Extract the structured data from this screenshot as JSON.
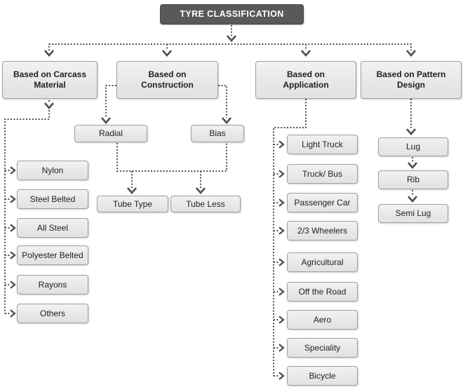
{
  "title": "TYRE CLASSIFICATION",
  "groups": [
    {
      "label": "Based on Carcass Material",
      "children": [
        "Nylon",
        "Steel Belted",
        "All Steel",
        "Polyester Belted",
        "Rayons",
        "Others"
      ]
    },
    {
      "label": "Based on Construction",
      "children": [
        "Radial",
        "Bias"
      ],
      "grandchildren": [
        "Tube Type",
        "Tube Less"
      ]
    },
    {
      "label": "Based on Application",
      "children": [
        "Light Truck",
        "Truck/ Bus",
        "Passenger Car",
        "2/3 Wheelers",
        "Agricultural",
        "Off the Road",
        "Aero",
        "Speciality",
        "Bicycle"
      ]
    },
    {
      "label": "Based on Pattern Design",
      "children": [
        "Lug",
        "Rib",
        "Semi Lug"
      ]
    }
  ],
  "colors": {
    "root_bg": "#58595b",
    "root_text": "#ffffff",
    "node_fill": "#e9e9e9",
    "node_border": "#9e9e9e",
    "connector": "#4f4f4f",
    "text": "#1f1f1f"
  }
}
